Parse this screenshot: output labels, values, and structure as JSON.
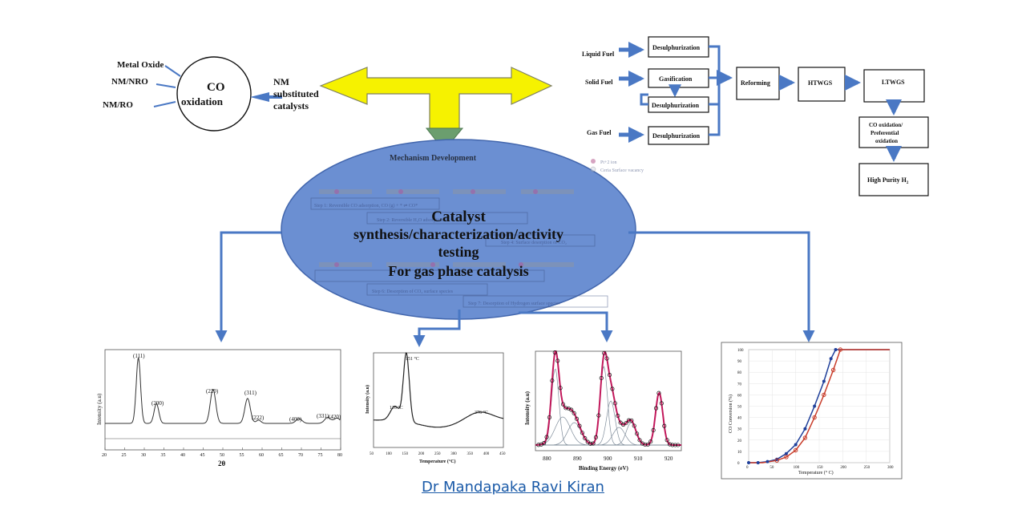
{
  "co_oxidation": {
    "center_lines": [
      "CO",
      "oxidation"
    ],
    "inputs": [
      "Metal Oxide",
      "NM/NRO",
      "NM/RO"
    ],
    "nm_catalysts": [
      "NM",
      "substituted",
      "catalysts"
    ]
  },
  "fuel_processing": {
    "fuels": [
      "Liquid Fuel",
      "Solid Fuel",
      "Gas Fuel"
    ],
    "desulph_label": "Desulphurization",
    "gasification_label": "Gasification",
    "reforming_label": "Reforming",
    "htwgs_label": "HTWGS",
    "ltwgs_label": "LTWGS",
    "co_ox_lines": [
      "CO oxidation/",
      "Preferential",
      "oxidation"
    ],
    "high_purity_label": "High Purity H",
    "high_purity_sub": "2"
  },
  "center": {
    "title_lines": [
      "Catalyst",
      "synthesis/characterization/activity",
      "testing",
      "For gas phase catalysis"
    ],
    "mechanism_title": "Mechanism Development",
    "mechanism_steps": [
      "Step 1: Reversible CO adsorption, CO (g) + * ⇌ CO*",
      "Step 2: Reversible H₂O adsorption",
      "Step 4: Surface desorption of CO₂",
      "Step 6: Desorption of CO₂ surface species",
      "Step 7: Desorption of Hydrogen surface species"
    ],
    "mechanism_legend": [
      "Pt+2 ion",
      "Ceria Surface vacancy"
    ]
  },
  "panels": {
    "xrd": {
      "ylabel": "Intensity (a.u)",
      "xlabel": "2θ",
      "peaks": [
        "(111)",
        "(200)",
        "(220)",
        "(311)",
        "(222)",
        "(400)",
        "(331)",
        "(420)"
      ],
      "xticks": [
        "20",
        "25",
        "30",
        "35",
        "40",
        "45",
        "50",
        "55",
        "60",
        "65",
        "70",
        "75",
        "80"
      ]
    },
    "tpr": {
      "ylabel": "Intensity (a.u)",
      "xlabel": "Temperature (°C)",
      "annotations": [
        "151 °C",
        "116 °C",
        "376 °C"
      ],
      "xticks": [
        "50",
        "100",
        "150",
        "200",
        "250",
        "300",
        "350",
        "400",
        "450"
      ]
    },
    "xps": {
      "ylabel": "Intensity (a.u)",
      "xlabel": "Binding Energy (eV)",
      "xticks": [
        "880",
        "890",
        "900",
        "910",
        "920"
      ]
    },
    "activity": {
      "ylabel": "CO Conversion (%)",
      "xlabel": "Temperature (° C)",
      "xticks": [
        "0",
        "50",
        "100",
        "150",
        "200",
        "250",
        "300"
      ],
      "yticks": [
        "0",
        "10",
        "20",
        "30",
        "40",
        "50",
        "60",
        "70",
        "80",
        "90",
        "100"
      ],
      "series_colors": [
        "#1f3f9a",
        "#c83c2a"
      ]
    }
  },
  "credit": "Dr Mandapaka Ravi Kiran",
  "colors": {
    "arrow_blue": "#4a78c4",
    "ellipse_fill": "#6b8fd2",
    "ellipse_stroke": "#4266ad",
    "tarrow_fill": "#f6f200",
    "tarrow_stroke": "#7f8060",
    "triangle": "#6b9e6e"
  }
}
